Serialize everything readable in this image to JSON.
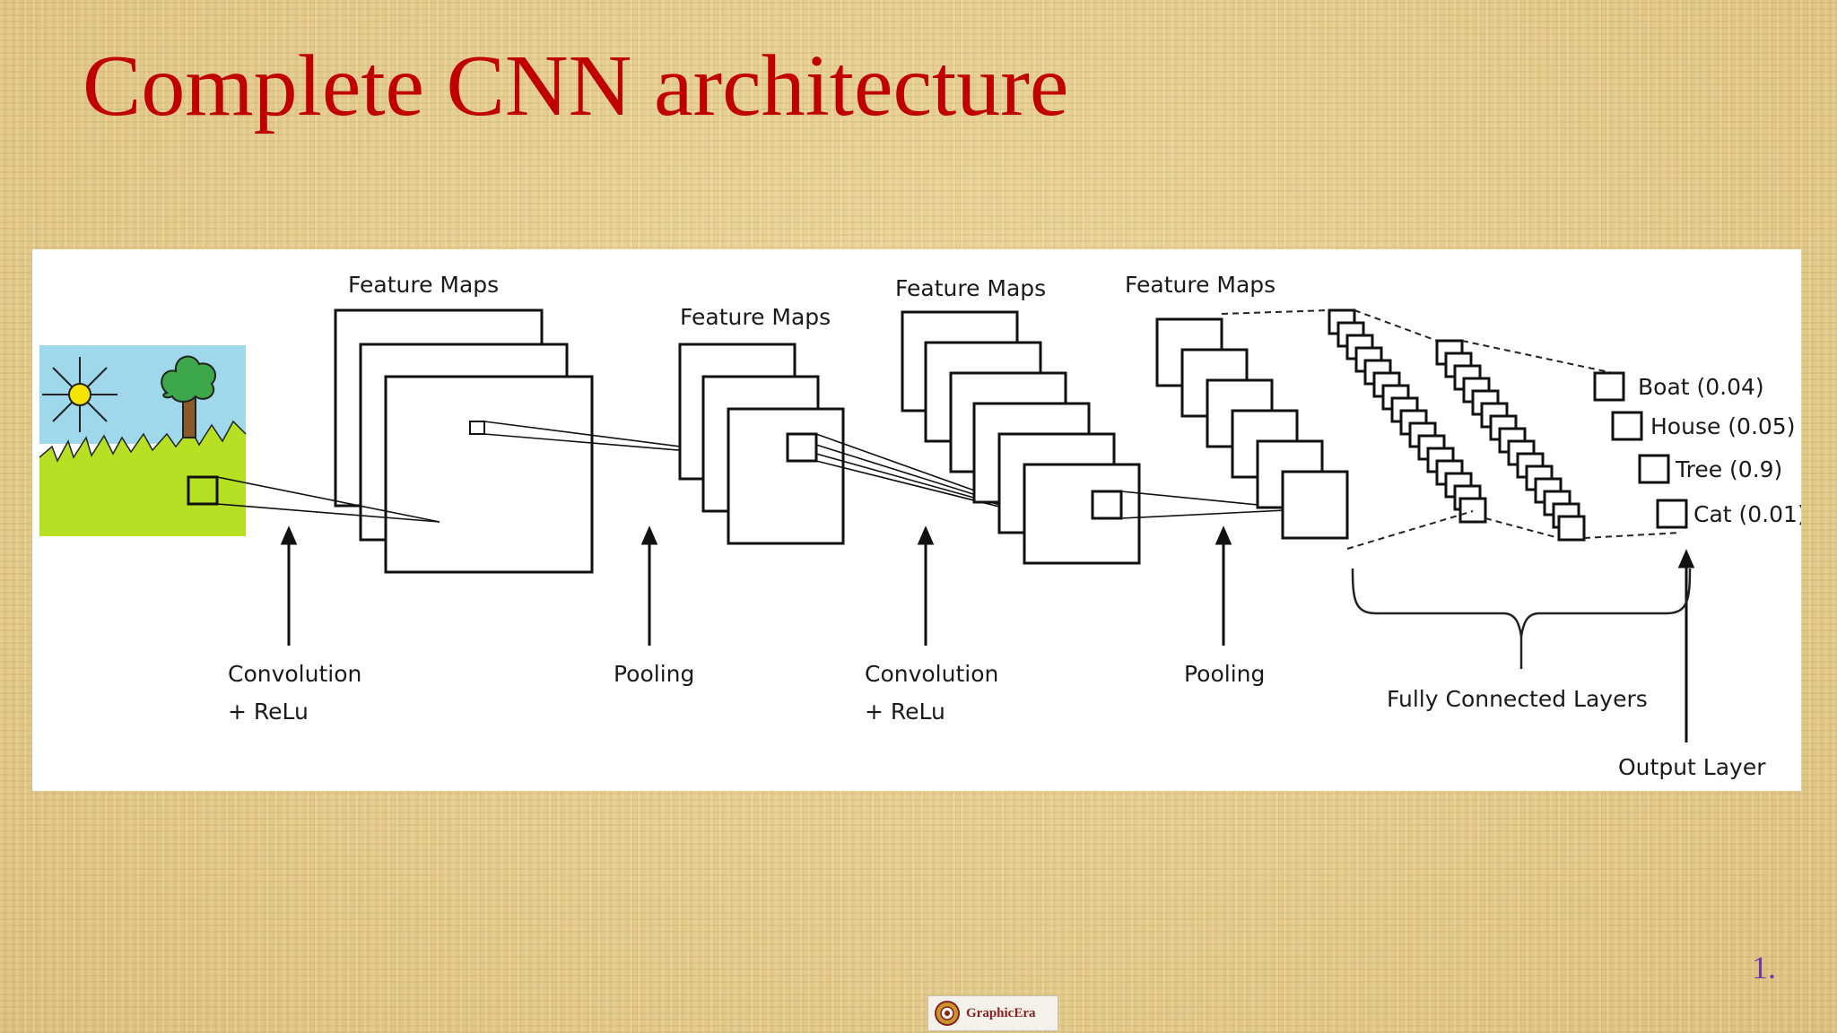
{
  "slide": {
    "title": "Complete CNN architecture",
    "page_number": "1."
  },
  "diagram": {
    "feature_maps_labels": [
      "Feature Maps",
      "Feature Maps",
      "Feature Maps",
      "Feature Maps"
    ],
    "stages": [
      {
        "line1": "Convolution",
        "line2": "+ ReLu"
      },
      {
        "line1": "Pooling",
        "line2": ""
      },
      {
        "line1": "Convolution",
        "line2": "+ ReLu"
      },
      {
        "line1": "Pooling",
        "line2": ""
      }
    ],
    "fully_connected_label": "Fully Connected Layers",
    "output_layer_label": "Output Layer",
    "outputs": [
      {
        "label": "Boat (0.04)"
      },
      {
        "label": "House (0.05)"
      },
      {
        "label": "Tree (0.9)"
      },
      {
        "label": "Cat (0.01)"
      }
    ]
  },
  "logo": {
    "text": "GraphicEra",
    "colors": {
      "maroon": "#8a1f1f",
      "gold": "#c8962a"
    }
  },
  "colors": {
    "title": "#c00000",
    "page_number": "#6a3aa8",
    "sky": "#9fd8ea",
    "grass": "#b5e024",
    "sun": "#f5e400",
    "tree_leaves": "#3ca84a",
    "tree_trunk": "#8b5a2b"
  }
}
